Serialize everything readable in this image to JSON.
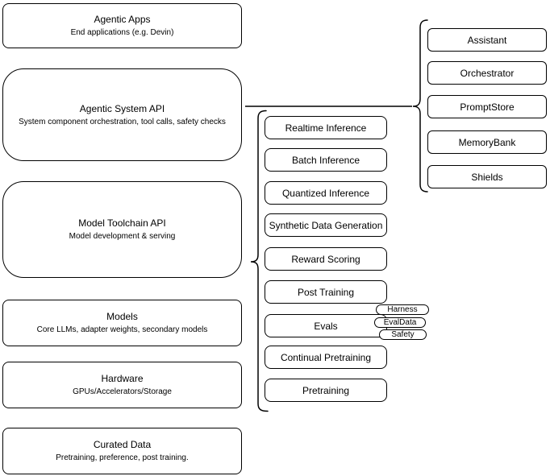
{
  "stack": [
    {
      "title": "Agentic Apps",
      "subtitle": "End applications (e.g. Devin)"
    },
    {
      "title": "Agentic System API",
      "subtitle": "System component orchestration, tool calls, safety checks"
    },
    {
      "title": "Model Toolchain API",
      "subtitle": "Model development & serving"
    },
    {
      "title": "Models",
      "subtitle": "Core LLMs, adapter weights, secondary models"
    },
    {
      "title": "Hardware",
      "subtitle": "GPUs/Accelerators/Storage"
    },
    {
      "title": "Curated Data",
      "subtitle": "Pretraining, preference, post training."
    }
  ],
  "toolchain": {
    "items": [
      "Realtime Inference",
      "Batch Inference",
      "Quantized Inference",
      "Synthetic Data Generation",
      "Reward Scoring",
      "Post Training",
      "Evals",
      "Continual Pretraining",
      "Pretraining"
    ]
  },
  "eval_tags": [
    "Harness",
    "EvalData",
    "Safety"
  ],
  "components": [
    "Assistant",
    "Orchestrator",
    "PromptStore",
    "MemoryBank",
    "Shields"
  ],
  "colors": {
    "stroke": "#000000",
    "fill": "#ffffff"
  }
}
